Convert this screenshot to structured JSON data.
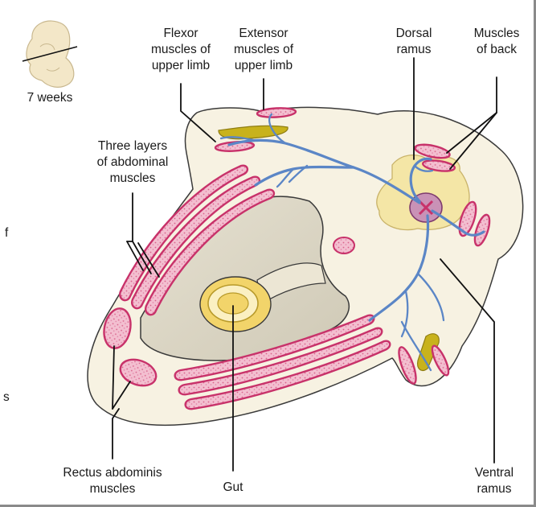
{
  "embryo": {
    "age_label": "7 weeks"
  },
  "labels": {
    "flexor": [
      "Flexor",
      "muscles of",
      "upper limb"
    ],
    "extensor": [
      "Extensor",
      "muscles of",
      "upper limb"
    ],
    "dorsal": [
      "Dorsal",
      "ramus"
    ],
    "back": [
      "Muscles",
      "of back"
    ],
    "abdominal": [
      "Three layers",
      "of abdominal",
      "muscles"
    ],
    "rectus": [
      "Rectus abdominis",
      "muscles"
    ],
    "gut": [
      "Gut"
    ],
    "ventral": [
      "Ventral",
      "ramus"
    ]
  },
  "edge_fragments": [
    "f",
    "s"
  ],
  "colors": {
    "body_wall": "#f7f2e2",
    "cavity": "#d9d4c3",
    "muscle_fill": "#f3bfd0",
    "muscle_edge": "#c8326a",
    "nerve": "#5b86c6",
    "spinal_region": "#f4e6a6",
    "gut_ring": "#f2d46a",
    "limb_bone": "#c8b21c"
  }
}
